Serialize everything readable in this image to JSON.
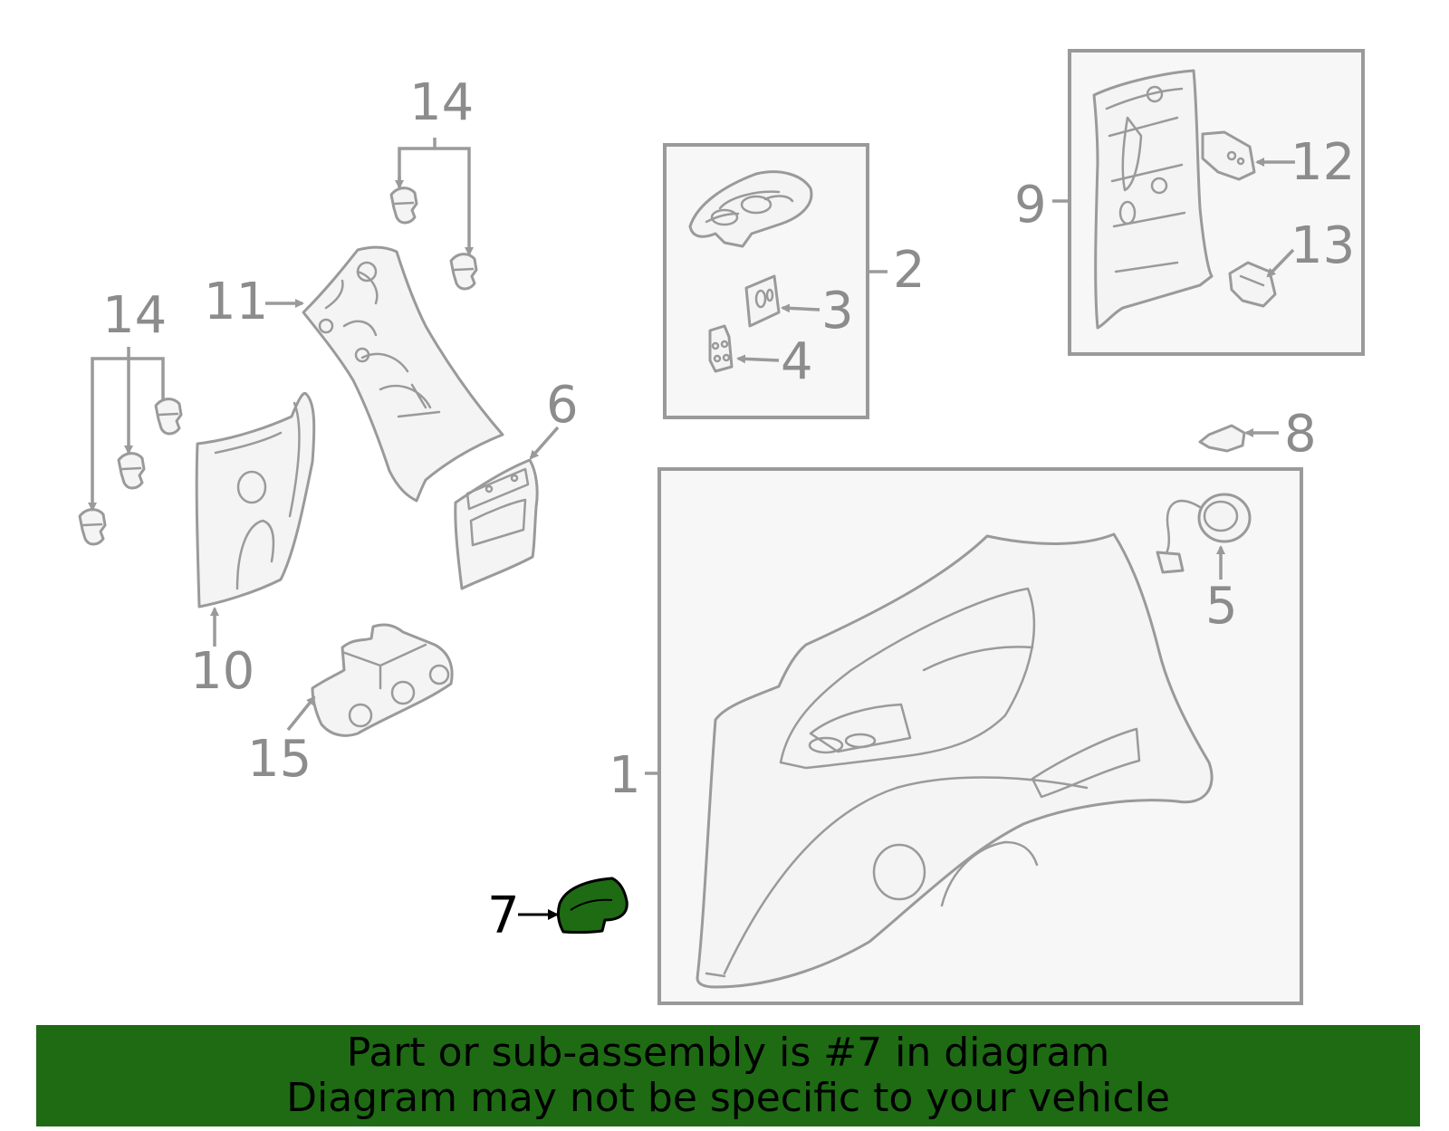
{
  "callouts": {
    "c1": "1",
    "c2": "2",
    "c3": "3",
    "c4": "4",
    "c5": "5",
    "c6": "6",
    "c7": "7",
    "c8": "8",
    "c9": "9",
    "c10": "10",
    "c11": "11",
    "c12": "12",
    "c13": "13",
    "c14a": "14",
    "c14b": "14",
    "c15": "15"
  },
  "highlight": {
    "part": "7",
    "color": "#1e6b14"
  },
  "banner": {
    "line1": "Part or sub-assembly is #7 in diagram",
    "line2": "Diagram may not be specific to your vehicle"
  }
}
